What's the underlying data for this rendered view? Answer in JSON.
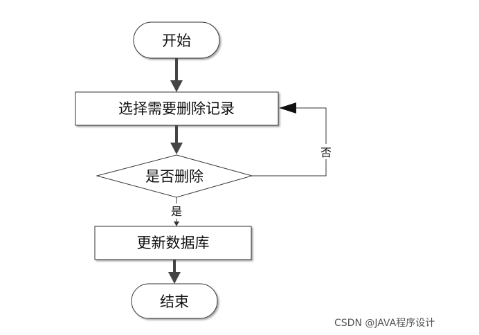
{
  "flowchart": {
    "start": "开始",
    "step1": "选择需要删除记录",
    "decision": "是否删除",
    "step2": "更新数据库",
    "end": "结束",
    "yes_label": "是",
    "no_label": "否"
  },
  "watermark": "CSDN @JAVA程序设计"
}
